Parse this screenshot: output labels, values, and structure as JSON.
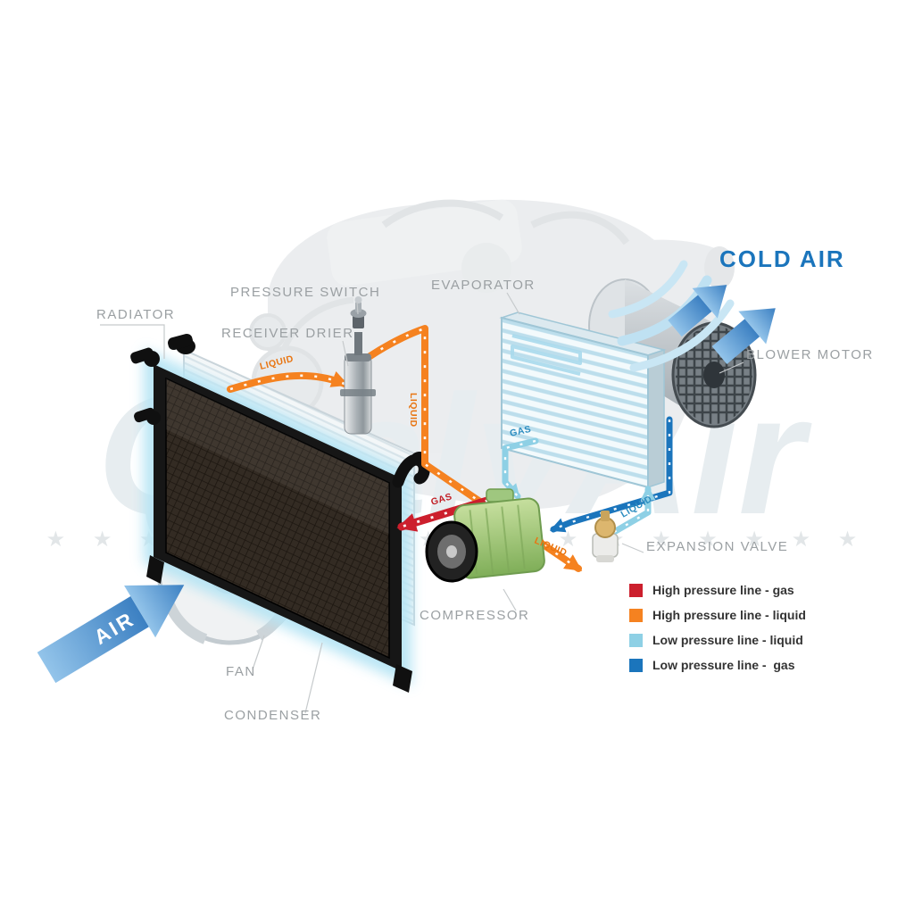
{
  "labels": {
    "radiator": "RADIATOR",
    "pressure_switch": "PRESSURE SWITCH",
    "receiver_drier": "RECEIVER DRIER",
    "evaporator": "EVAPORATOR",
    "blower_motor": "BLOWER MOTOR",
    "expansion_valve": "EXPANSION VALVE",
    "compressor": "COMPRESSOR",
    "fan": "FAN",
    "condenser": "CONDENSER",
    "cold_air": "COLD AIR",
    "air": "AIR"
  },
  "line_labels": {
    "liquid_condenser_to_drier": "LIQUID",
    "liquid_drier_descent": "LIQUID",
    "liquid_to_expansion_valve": "LIQUID",
    "liquid_valve_to_evaporator": "LIQUID",
    "gas_compressor_to_condenser": "GAS",
    "gas_evaporator_to_compressor": "GAS"
  },
  "legend": {
    "items": [
      {
        "label": "High pressure line - gas",
        "color": "#cc1f2d"
      },
      {
        "label": "High pressure line - liquid",
        "color": "#f58220"
      },
      {
        "label": "Low pressure line - liquid",
        "color": "#8ed0e5"
      },
      {
        "label": "Low pressure line -  gas",
        "color": "#1b75bc"
      }
    ]
  },
  "watermark": {
    "text": "QualyAir",
    "stars": "★ ★ ★ ★ ★ ★ ★ ★ ★ ★ ★ ★ ★ ★ ★ ★ ★ ★"
  }
}
